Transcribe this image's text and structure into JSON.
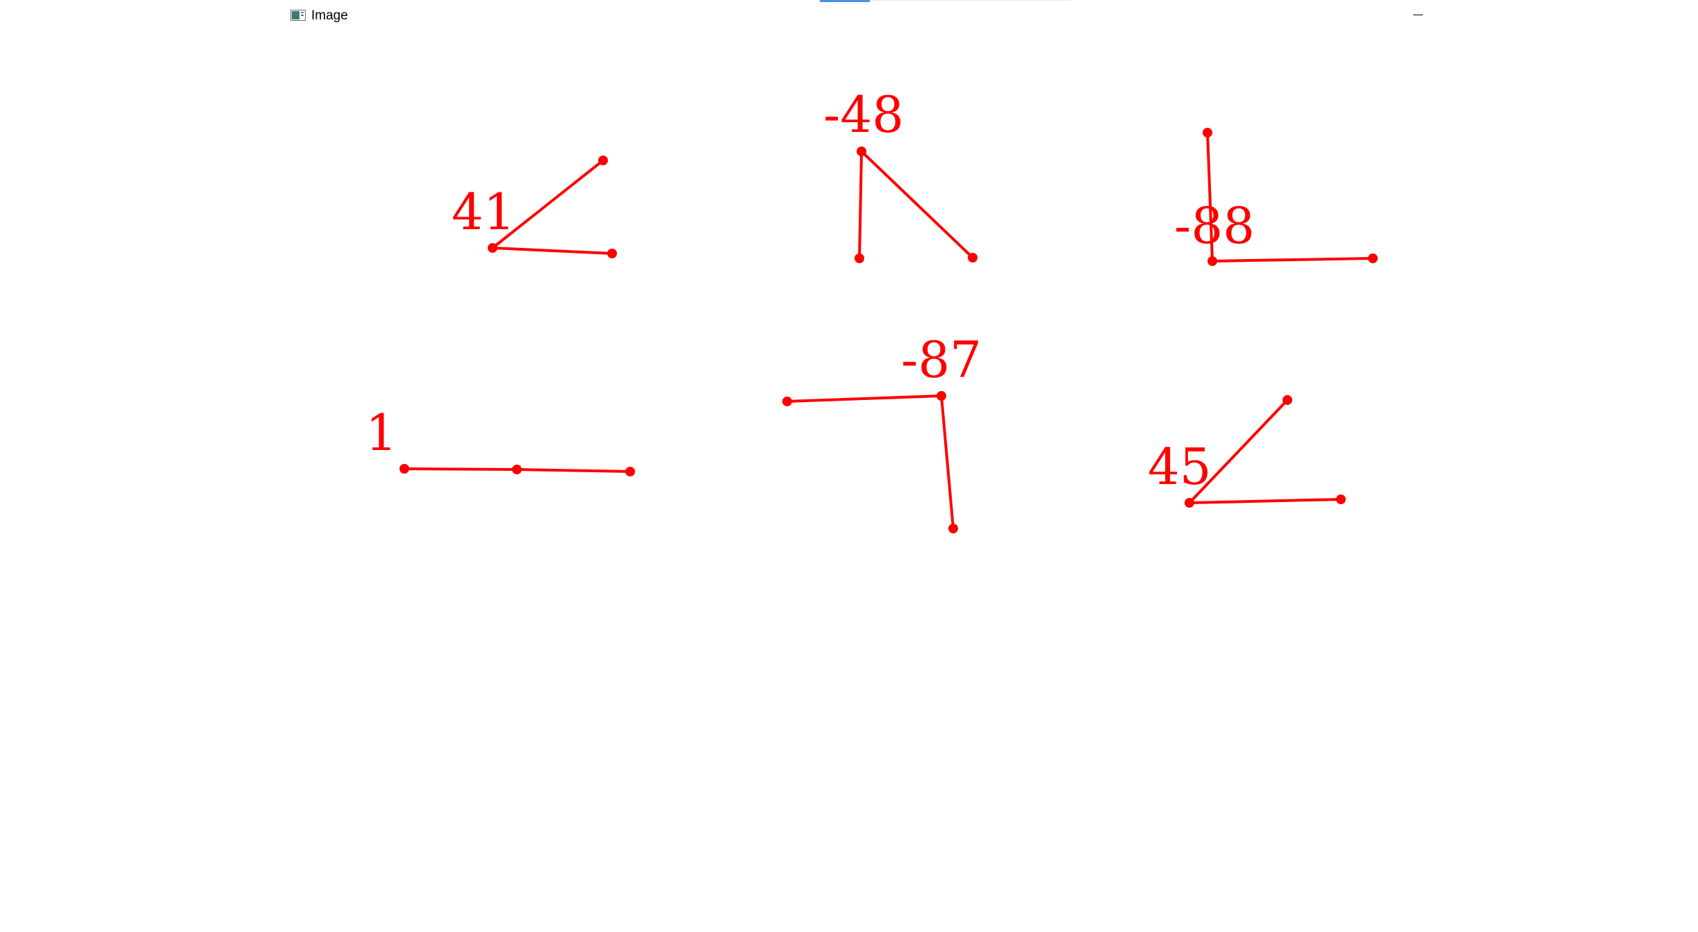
{
  "window": {
    "title": "Image",
    "icon": "image-window-icon",
    "minimize_icon": "minimize-icon"
  },
  "colors": {
    "drawing": "#ff0000",
    "background": "#ffffff",
    "taskbar_accent": "#4a90e2",
    "icon_fill": "#3b7a78"
  },
  "figures": [
    {
      "label": "41"
    },
    {
      "label": "-48"
    },
    {
      "label": "-88"
    },
    {
      "label": "1"
    },
    {
      "label": "-87"
    },
    {
      "label": "45"
    }
  ]
}
